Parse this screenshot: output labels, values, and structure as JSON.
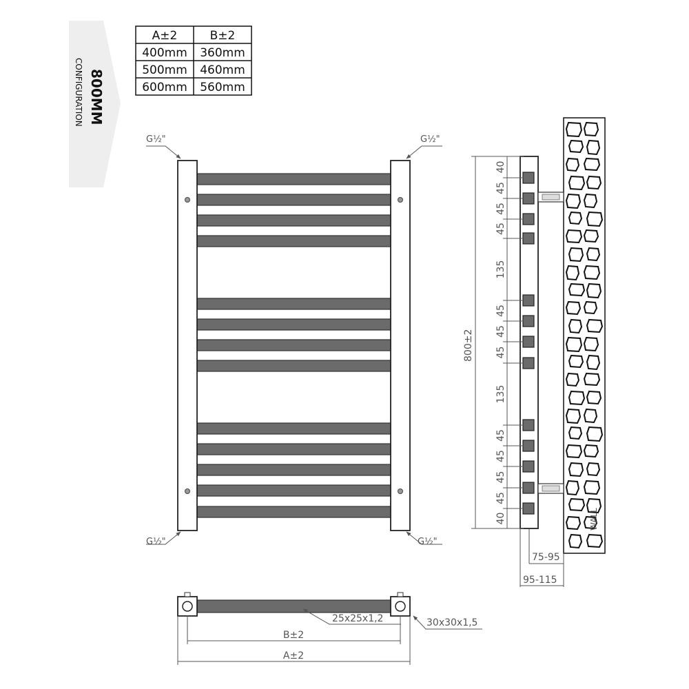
{
  "config": {
    "size": "800MM",
    "label": "CONFIGURATION",
    "tab_color": "#eeeeee"
  },
  "size_table": {
    "headers": [
      "A±2",
      "B±2"
    ],
    "rows": [
      [
        "400mm",
        "360mm"
      ],
      [
        "500mm",
        "460mm"
      ],
      [
        "600mm",
        "560mm"
      ]
    ]
  },
  "front_view": {
    "connection_label": "G½\"",
    "bar_color": "#6b6b6b",
    "bar_groups": [
      4,
      4,
      5
    ]
  },
  "side_view": {
    "height_label": "800±2",
    "spacing_labels": [
      "40",
      "45",
      "45",
      "45",
      "135",
      "45",
      "45",
      "45",
      "135",
      "45",
      "45",
      "45",
      "45",
      "40"
    ],
    "wall_label": "WALL",
    "depth_labels": [
      "75-95",
      "95-115"
    ]
  },
  "top_view": {
    "bar_section": "25x25x1,2",
    "rail_section": "30x30x1,5",
    "b_label": "B±2",
    "a_label": "A±2"
  }
}
